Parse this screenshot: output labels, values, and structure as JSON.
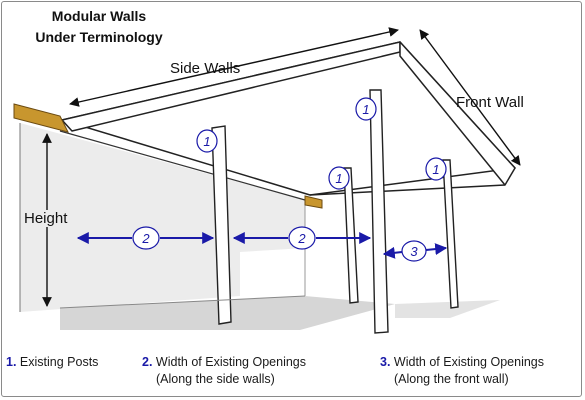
{
  "title": {
    "line1": "Modular Walls",
    "line2": "Under Terminology"
  },
  "labels": {
    "side_walls": "Side Walls",
    "front_wall": "Front Wall",
    "height": "Height"
  },
  "markers": {
    "post": "1",
    "side_opening": "2",
    "front_opening": "3"
  },
  "legend": [
    {
      "number": "1.",
      "text": "Existing Posts",
      "sub": ""
    },
    {
      "number": "2.",
      "text": "Width of Existing Openings",
      "sub": "(Along the side walls)"
    },
    {
      "number": "3.",
      "text": "Width of Existing Openings",
      "sub": "(Along the front wall)"
    }
  ],
  "colors": {
    "marker": "#1a1aa8",
    "beam": "#c8962e",
    "line": "#222222",
    "shadow": "#dcdcdc"
  }
}
